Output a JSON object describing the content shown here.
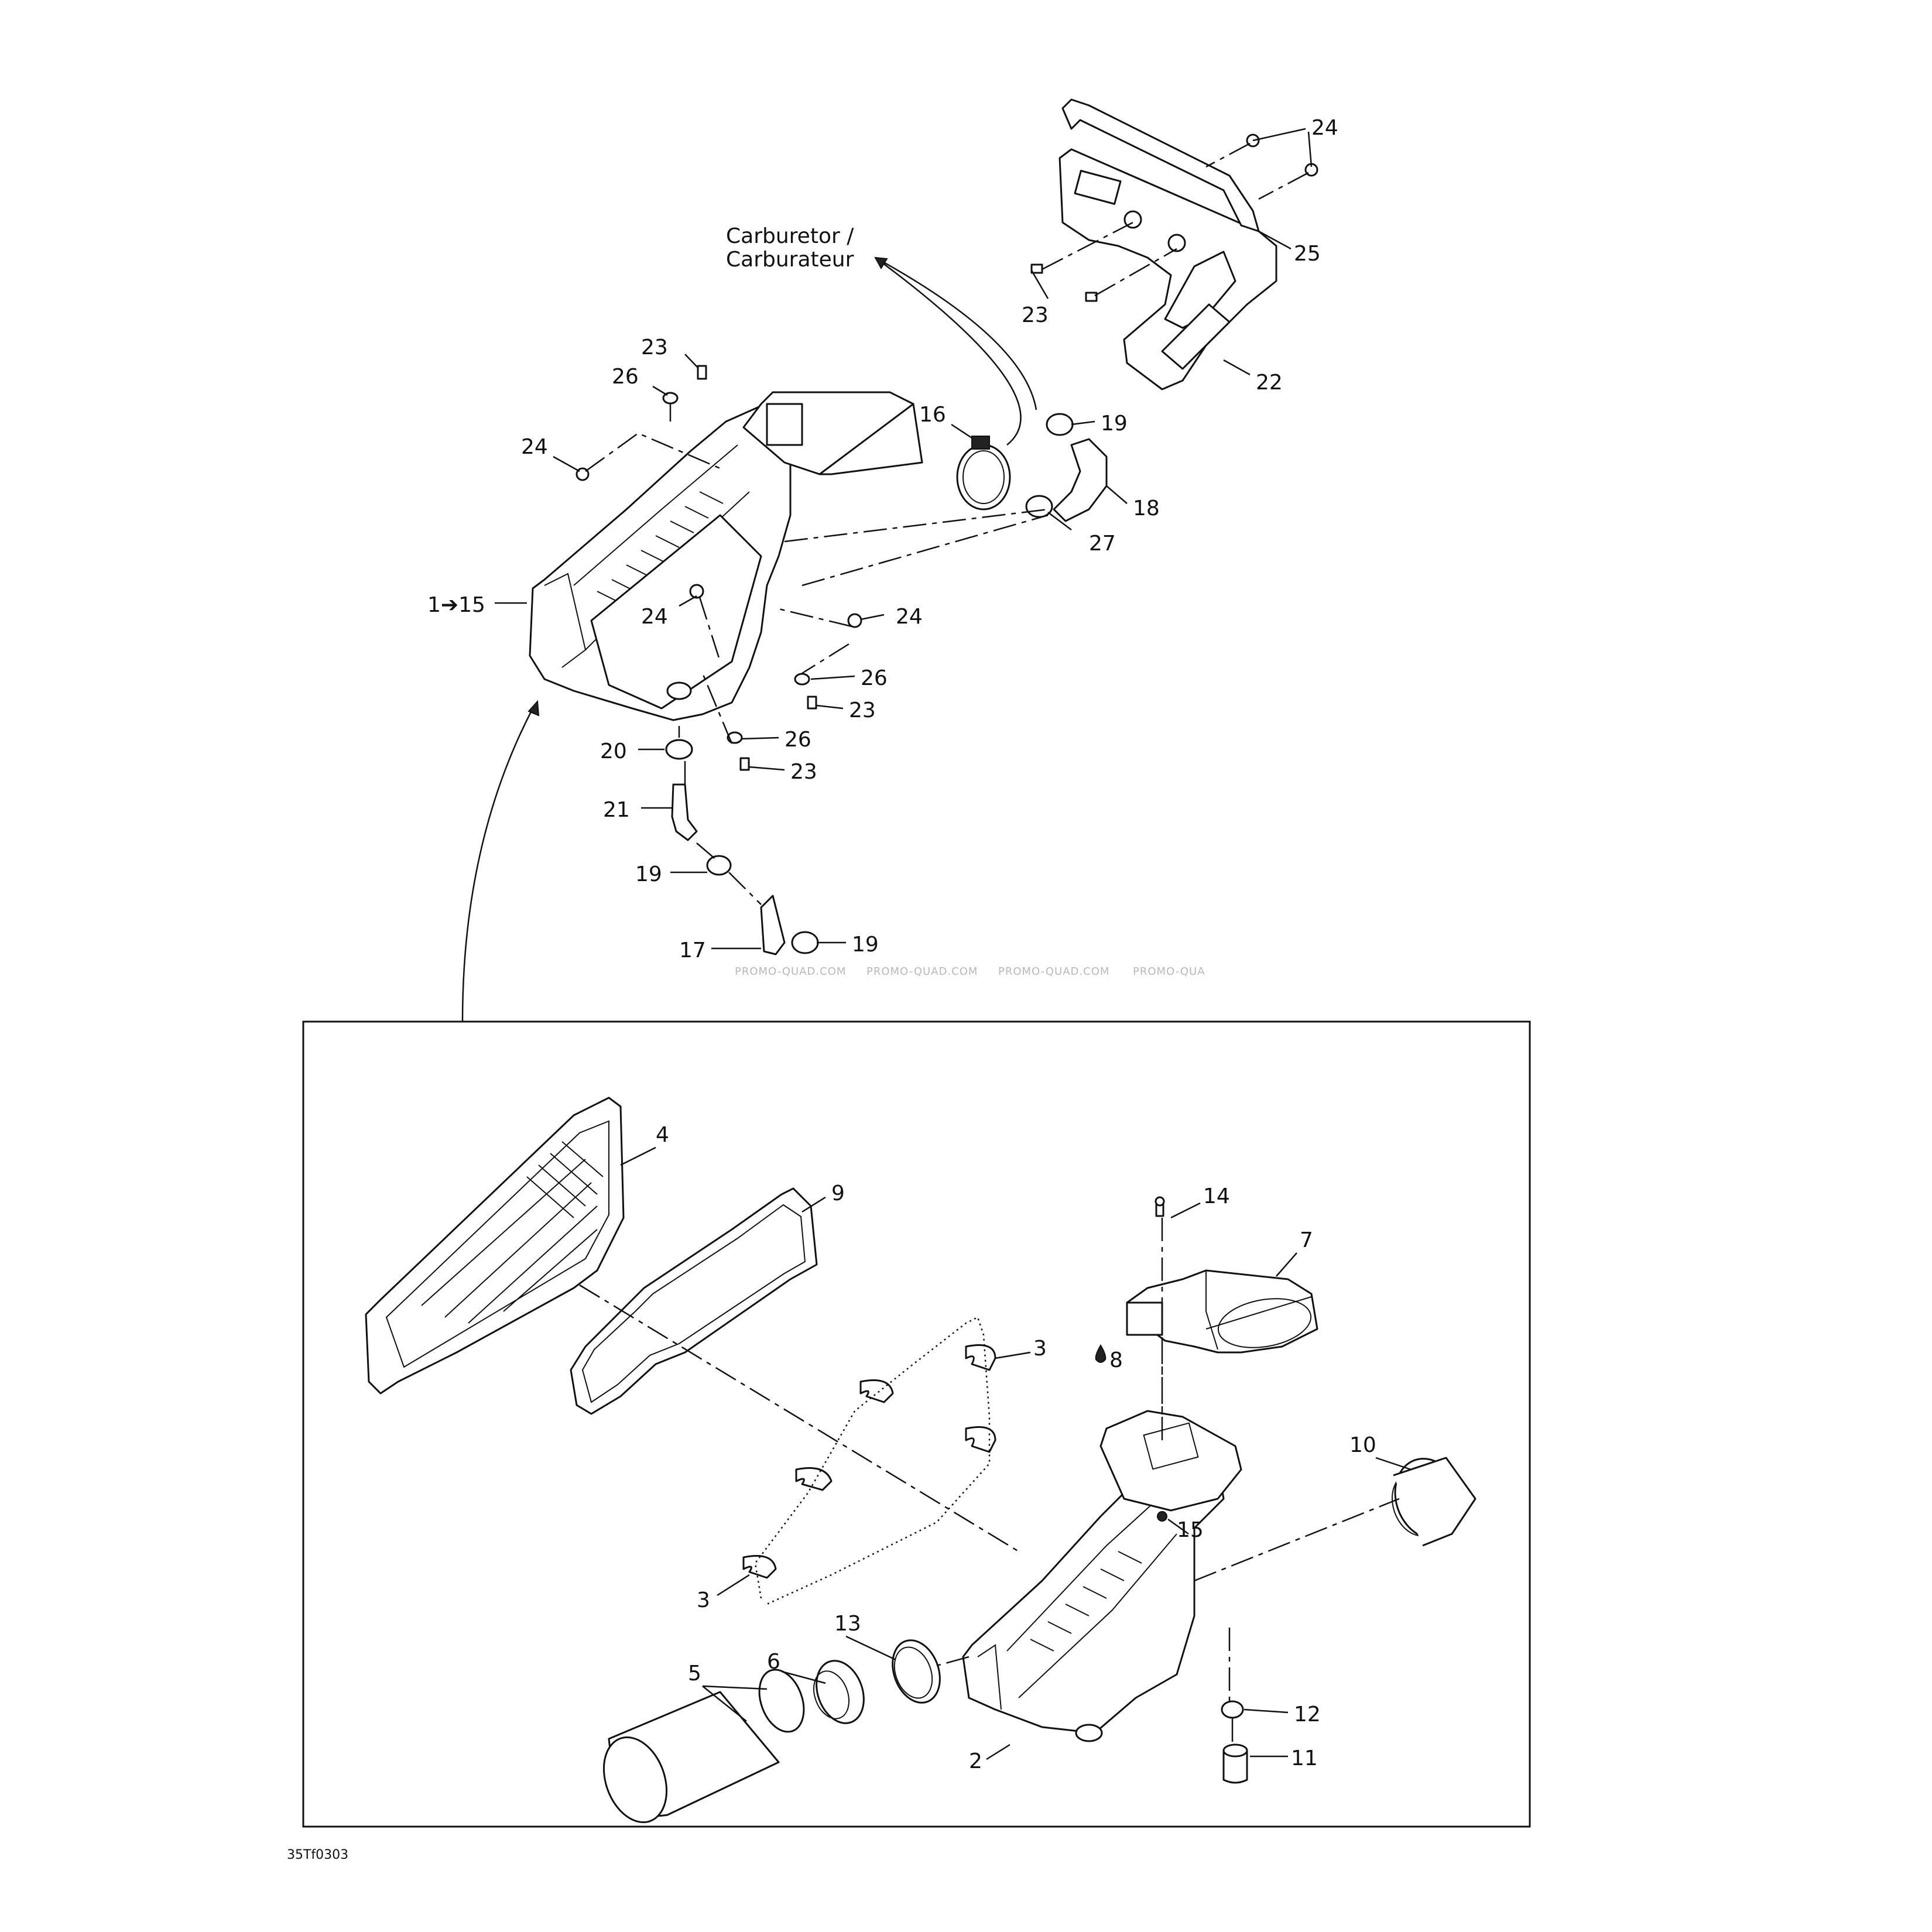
{
  "callouts": {
    "c24a": "24",
    "c25": "25",
    "c23a": "23",
    "c22": "22",
    "carb_line1": "Carburetor /",
    "carb_line2": "Carburateur",
    "c23b": "23",
    "c26a": "26",
    "c24b": "24",
    "c16": "16",
    "c19a": "19",
    "c18": "18",
    "c27": "27",
    "c1to15": "1➔15",
    "c24c": "24",
    "c24d": "24",
    "c26b": "26",
    "c23c": "23",
    "c20": "20",
    "c26c": "26",
    "c23d": "23",
    "c21": "21",
    "c19b": "19",
    "c17": "17",
    "c19c": "19",
    "c4": "4",
    "c9": "9",
    "c14": "14",
    "c7": "7",
    "c3a": "3",
    "c8": "8",
    "c10": "10",
    "c15": "15",
    "c3b": "3",
    "c13": "13",
    "c6": "6",
    "c5": "5",
    "c12": "12",
    "c2": "2",
    "c11": "11"
  },
  "watermark": [
    "PROMO-QUAD.COM",
    "PROMO-QUAD.COM",
    "PROMO-QUAD.COM",
    "PROMO-QUA"
  ],
  "figure_code": "35Tf0303"
}
